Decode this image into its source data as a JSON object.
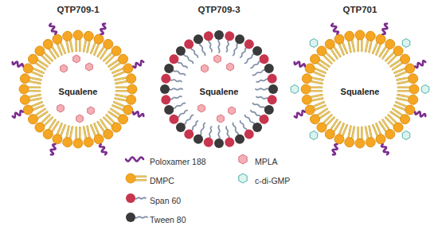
{
  "diagram": {
    "nodes": [
      {
        "text": [
          "QTP709-1",
          "Squalene"
        ]
      },
      {
        "text": [
          "QTP709-3",
          "Squalene"
        ]
      },
      {
        "text": [
          "QTP701",
          "Squalene"
        ]
      }
    ],
    "legend": [
      {
        "text": "Poloxamer 188"
      },
      {
        "text": "MPLA"
      },
      {
        "text": "DMPC"
      },
      {
        "text": "c-di-GMP"
      },
      {
        "text": "Span 60"
      },
      {
        "text": "Tween 80"
      }
    ]
  }
}
